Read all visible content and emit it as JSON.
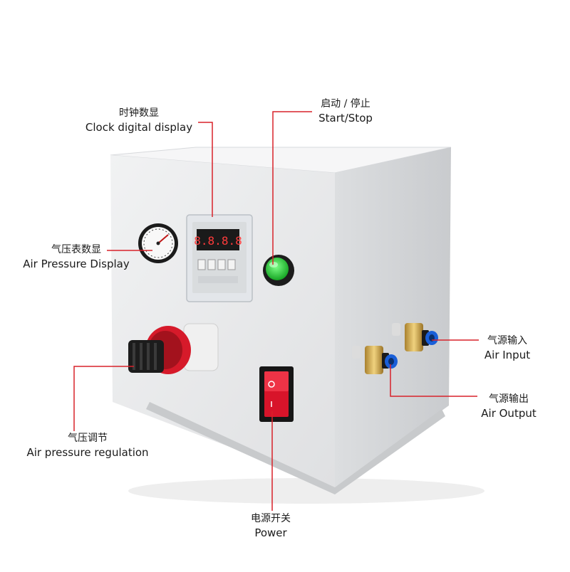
{
  "labels": {
    "clock": {
      "zh": "时钟数显",
      "en": "Clock digital display"
    },
    "start_stop": {
      "zh": "启动 / 停止",
      "en": "Start/Stop"
    },
    "air_pressure_display": {
      "zh": "气压表数显",
      "en": "Air Pressure Display"
    },
    "air_pressure_regulation": {
      "zh": "气压调节",
      "en": "Air pressure regulation"
    },
    "power": {
      "zh": "电源开关",
      "en": "Power"
    },
    "air_input": {
      "zh": "气源输入",
      "en": "Air Input"
    },
    "air_output": {
      "zh": "气源输出",
      "en": "Air Output"
    }
  },
  "colors": {
    "leader_line": "#d8222a",
    "box_front": "#e9eaec",
    "box_side": "#d4d6d9",
    "box_top": "#f4f4f5",
    "button_green": "#2bd23a",
    "switch_red": "#d8142a",
    "fitting_blue": "#1a5fd8",
    "fitting_brass": "#c9a24a"
  }
}
